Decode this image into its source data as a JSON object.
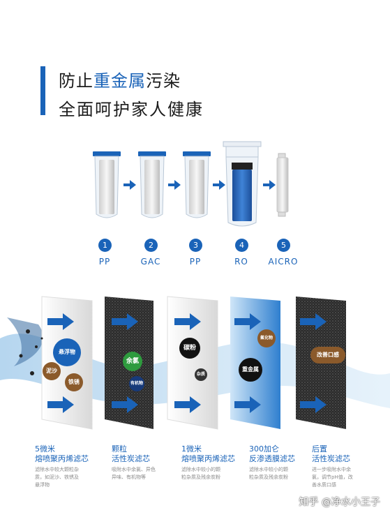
{
  "header": {
    "line1_prefix": "防止",
    "line1_highlight": "重金属",
    "line1_suffix": "污染",
    "line2": "全面呵护家人健康"
  },
  "stages": [
    {
      "num": "1",
      "label": "PP"
    },
    {
      "num": "2",
      "label": "GAC"
    },
    {
      "num": "3",
      "label": "PP"
    },
    {
      "num": "4",
      "label": "RO"
    },
    {
      "num": "5",
      "label": "AICRO"
    }
  ],
  "contaminants": {
    "floats": "悬浮物",
    "sand": "泥沙",
    "rust": "铁锈",
    "chlorine": "余氯",
    "organic": "有机物",
    "carbon": "碳粉",
    "impurity": "杂质",
    "fluoride": "氟化物",
    "heavy_metal": "重金属",
    "taste": "改善口感"
  },
  "captions": [
    {
      "t1": "5微米",
      "t2": "熔喷聚丙烯滤芯",
      "d1": "滤除水中较大颗粒杂",
      "d2": "质，如泥沙、铁锈及",
      "d3": "悬浮物"
    },
    {
      "t1": "颗粒",
      "t2": "活性炭滤芯",
      "d1": "吸附水中余氯、异色",
      "d2": "异味、有机物等",
      "d3": ""
    },
    {
      "t1": "1微米",
      "t2": "熔喷聚丙烯滤芯",
      "d1": "滤除水中较小的颗",
      "d2": "粒杂质及残余炭粉",
      "d3": ""
    },
    {
      "t1": "300加仑",
      "t2": "反渗透膜滤芯",
      "d1": "滤除水中较小的颗",
      "d2": "粒杂质及残余炭粉",
      "d3": ""
    },
    {
      "t1": "后置",
      "t2": "活性炭滤芯",
      "d1": "进一步吸附水中余",
      "d2": "氯，调节pH值，改",
      "d3": "善水质口感"
    }
  ],
  "watermark": "知乎 @净水小王子",
  "colors": {
    "accent": "#1a63b8",
    "brown": "#8b5a2b",
    "green": "#2e9b3e"
  }
}
